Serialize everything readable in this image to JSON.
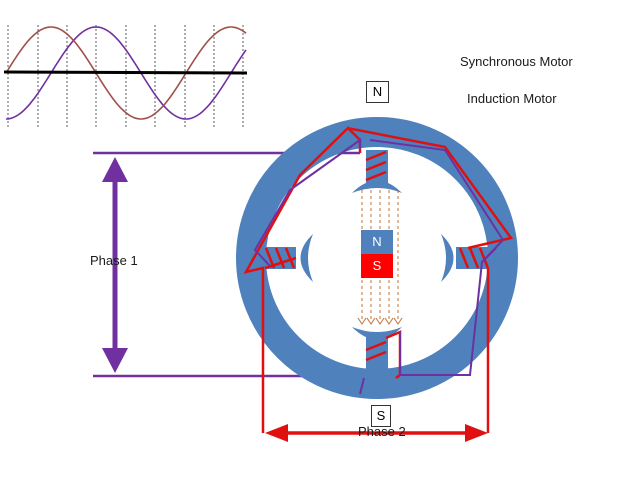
{
  "labels": {
    "synchronous_motor": "Synchronous Motor",
    "induction_motor": "Induction Motor",
    "phase_1": "Phase 1",
    "phase_2": "Phase 2",
    "stator_north": "N",
    "stator_south": "S",
    "rotor_north": "N",
    "rotor_south": "S"
  },
  "colors": {
    "stator": "#4f81bd",
    "phase_1": "#7030a0",
    "phase_2": "#e01010",
    "wave_1": "#7030a0",
    "wave_2": "#a0504a",
    "rotor_north": "#4f81bd",
    "rotor_south": "#ff0000",
    "flux_lines": "#c0703a"
  }
}
